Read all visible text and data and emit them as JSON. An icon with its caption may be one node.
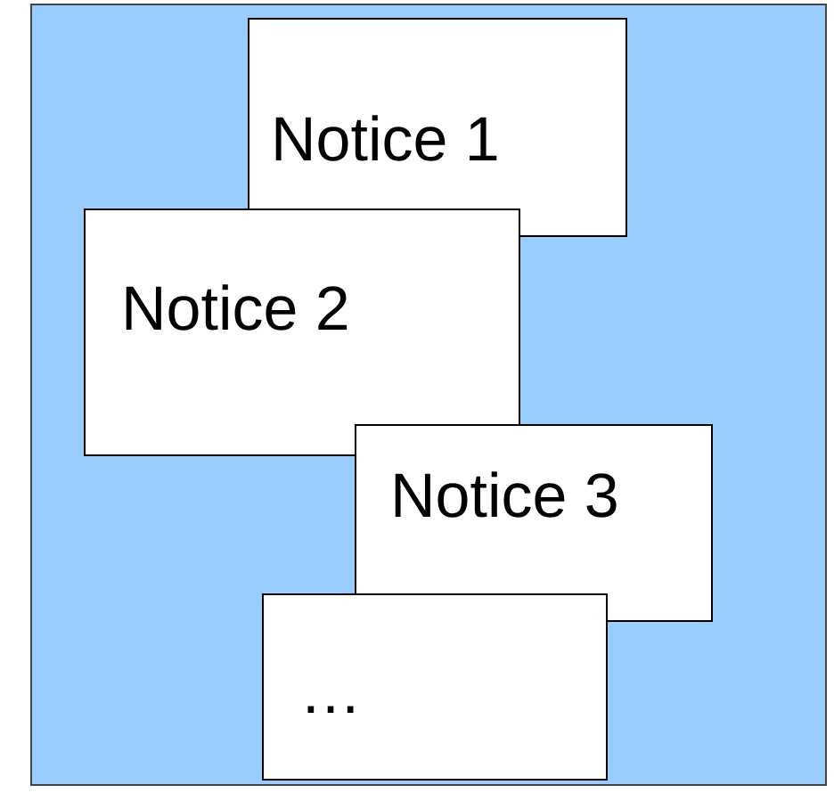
{
  "diagram": {
    "nodes": [
      {
        "text": [],
        "shape": "box"
      },
      {
        "text": [
          "Notice 1"
        ],
        "in": 0
      },
      {
        "text": [
          "Notice 2"
        ],
        "in": 0
      },
      {
        "text": [
          "Notice 3"
        ],
        "in": 0
      },
      {
        "text": [
          "…"
        ],
        "in": 0
      }
    ]
  }
}
